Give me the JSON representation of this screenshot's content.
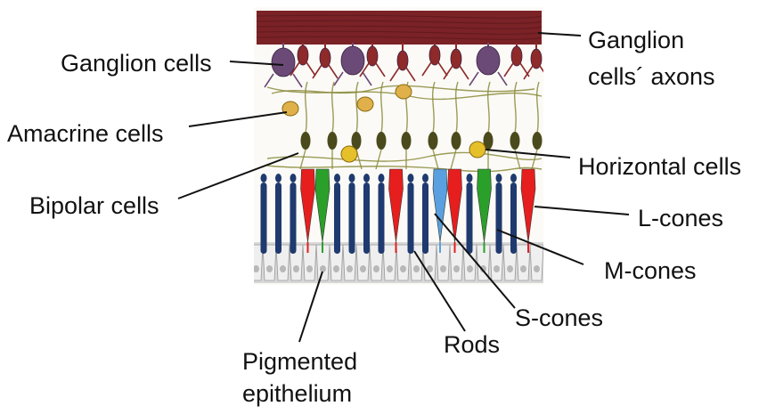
{
  "diagram": {
    "labels": {
      "ganglion_cells": "Ganglion cells",
      "ganglion_axons_line1": "Ganglion",
      "ganglion_axons_line2": "cells´ axons",
      "amacrine_cells": "Amacrine cells",
      "horizontal_cells": "Horizontal cells",
      "bipolar_cells": "Bipolar cells",
      "l_cones": "L-cones",
      "m_cones": "M-cones",
      "s_cones": "S-cones",
      "rods": "Rods",
      "pigmented_line1": "Pigmented",
      "pigmented_line2": "epithelium"
    },
    "colors": {
      "axon_band": "#7a2226",
      "ganglion_cell": "#6b4a78",
      "ganglion_cell_red": "#8e2a2a",
      "amacrine_cell": "#e0b04a",
      "horizontal_cell": "#e6c02a",
      "bipolar_cell": "#4a4a1c",
      "rod": "#1f3a6e",
      "l_cone": "#e61e1e",
      "m_cone": "#2aa02a",
      "s_cone": "#5aa0e0",
      "epithelium": "#d8d8d8",
      "neurite": "#8a8a3a"
    }
  }
}
